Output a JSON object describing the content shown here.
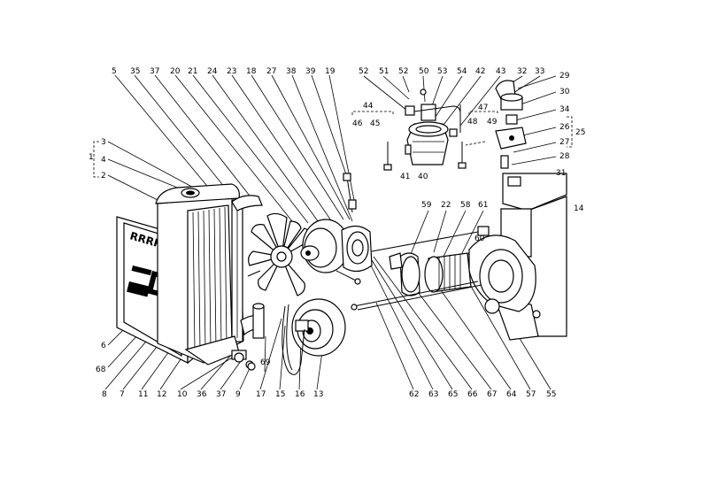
{
  "callouts": {
    "top": [
      "5",
      "35",
      "37",
      "20",
      "21",
      "24",
      "23",
      "18",
      "27",
      "38",
      "39",
      "19",
      "52",
      "51",
      "52",
      "50",
      "53",
      "54",
      "42",
      "43",
      "32",
      "33",
      "29",
      "30",
      "34",
      "26",
      "27",
      "28",
      "31",
      "25",
      "44",
      "46",
      "45",
      "47",
      "48",
      "49",
      "41",
      "40",
      "59",
      "22",
      "58",
      "61",
      "60",
      "14",
      "1",
      "3",
      "4",
      "2",
      "6",
      "68"
    ],
    "bottom": [
      "8",
      "7",
      "11",
      "12",
      "10",
      "36",
      "37",
      "9",
      "69",
      "17",
      "15",
      "16",
      "13",
      "62",
      "63",
      "65",
      "66",
      "67",
      "64",
      "57",
      "55"
    ]
  },
  "panel_lettering": "RRRRR"
}
